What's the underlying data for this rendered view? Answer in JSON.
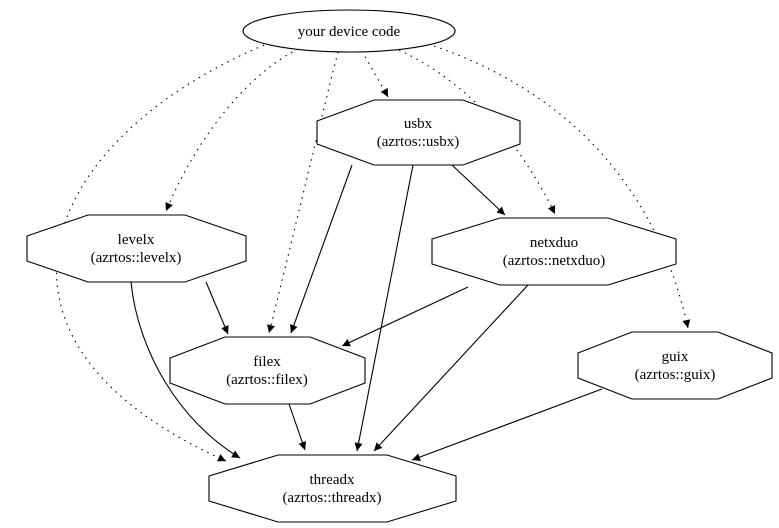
{
  "diagram": {
    "type": "dependency-graph",
    "colors": {
      "background": "#ffffff",
      "node_fill": "#ffffff",
      "stroke": "#000000",
      "text": "#000000"
    },
    "nodes": {
      "device": {
        "label": "your device code",
        "shape": "ellipse"
      },
      "usbx": {
        "label": "usbx",
        "sublabel": "(azrtos::usbx)",
        "shape": "octagon"
      },
      "levelx": {
        "label": "levelx",
        "sublabel": "(azrtos::levelx)",
        "shape": "octagon"
      },
      "netxduo": {
        "label": "netxduo",
        "sublabel": "(azrtos::netxduo)",
        "shape": "octagon"
      },
      "filex": {
        "label": "filex",
        "sublabel": "(azrtos::filex)",
        "shape": "octagon"
      },
      "guix": {
        "label": "guix",
        "sublabel": "(azrtos::guix)",
        "shape": "octagon"
      },
      "threadx": {
        "label": "threadx",
        "sublabel": "(azrtos::threadx)",
        "shape": "octagon"
      }
    },
    "edges": [
      {
        "from": "device",
        "to": "usbx",
        "style": "dotted"
      },
      {
        "from": "device",
        "to": "levelx",
        "style": "dotted"
      },
      {
        "from": "device",
        "to": "netxduo",
        "style": "dotted"
      },
      {
        "from": "device",
        "to": "filex",
        "style": "dotted"
      },
      {
        "from": "device",
        "to": "guix",
        "style": "dotted"
      },
      {
        "from": "device",
        "to": "threadx",
        "style": "dotted"
      },
      {
        "from": "usbx",
        "to": "netxduo",
        "style": "solid"
      },
      {
        "from": "usbx",
        "to": "filex",
        "style": "solid"
      },
      {
        "from": "usbx",
        "to": "threadx",
        "style": "solid"
      },
      {
        "from": "levelx",
        "to": "filex",
        "style": "solid"
      },
      {
        "from": "levelx",
        "to": "threadx",
        "style": "solid"
      },
      {
        "from": "netxduo",
        "to": "filex",
        "style": "solid"
      },
      {
        "from": "netxduo",
        "to": "threadx",
        "style": "solid"
      },
      {
        "from": "filex",
        "to": "threadx",
        "style": "solid"
      },
      {
        "from": "guix",
        "to": "threadx",
        "style": "solid"
      }
    ]
  }
}
